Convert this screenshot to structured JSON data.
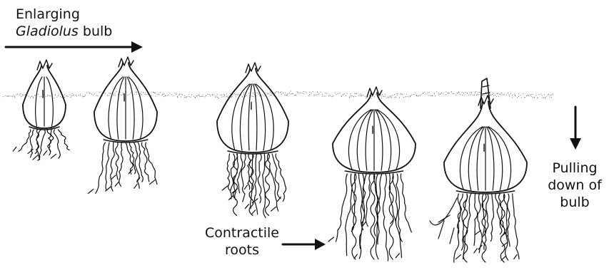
{
  "labels": {
    "enlarging_line1": "Enlarging",
    "enlarging_genus": "Gladiolus",
    "enlarging_bulb": " bulb",
    "pulling_line1": "Pulling",
    "pulling_line2": "down of",
    "pulling_line3": "bulb",
    "contractile_line1": "Contractile",
    "contractile_line2": "roots"
  },
  "stages": [
    {
      "name": "stage-1",
      "size": "small"
    },
    {
      "name": "stage-2",
      "size": "medium"
    },
    {
      "name": "stage-3",
      "size": "large"
    },
    {
      "name": "stage-4",
      "size": "largest-pulled-down"
    },
    {
      "name": "stage-5",
      "size": "pulled-down-with-sprout"
    }
  ],
  "colors": {
    "ink": "#111111",
    "soil": "#555555",
    "background": "#ffffff"
  },
  "icons": [
    "arrow-right-icon",
    "arrow-down-icon",
    "arrow-right-icon"
  ]
}
